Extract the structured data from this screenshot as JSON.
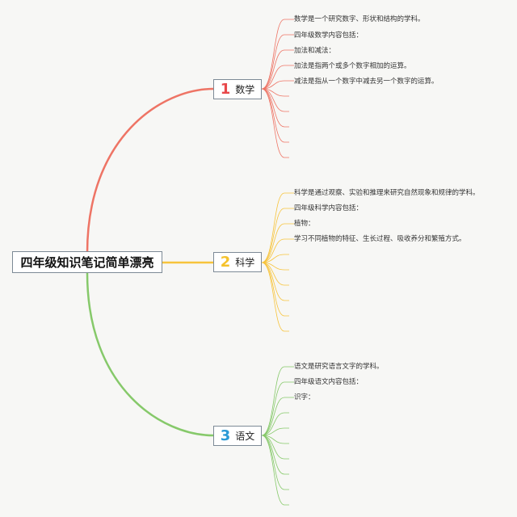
{
  "root": {
    "label": "四年级知识笔记简单漂亮"
  },
  "branches": [
    {
      "number": "1",
      "label": "数学",
      "color": "#ee7465",
      "notes": [
        "数学是一个研究数字、形状和结构的学科。",
        "四年级数学内容包括：",
        "加法和减法：",
        "加法是指两个或多个数字相加的运算。",
        "减法是指从一个数字中减去另一个数字的运算。"
      ]
    },
    {
      "number": "2",
      "label": "科学",
      "color": "#f7c43c",
      "notes": [
        "科学是通过观察、实验和推理来研究自然现象和规律的学科。",
        "四年级科学内容包括：",
        "植物：",
        "学习不同植物的特征、生长过程、吸收养分和繁殖方式。"
      ]
    },
    {
      "number": "3",
      "label": "语文",
      "color": "#86c96a",
      "notes": [
        "语文是研究语言文字的学科。",
        "四年级语文内容包括：",
        "识字："
      ]
    }
  ]
}
